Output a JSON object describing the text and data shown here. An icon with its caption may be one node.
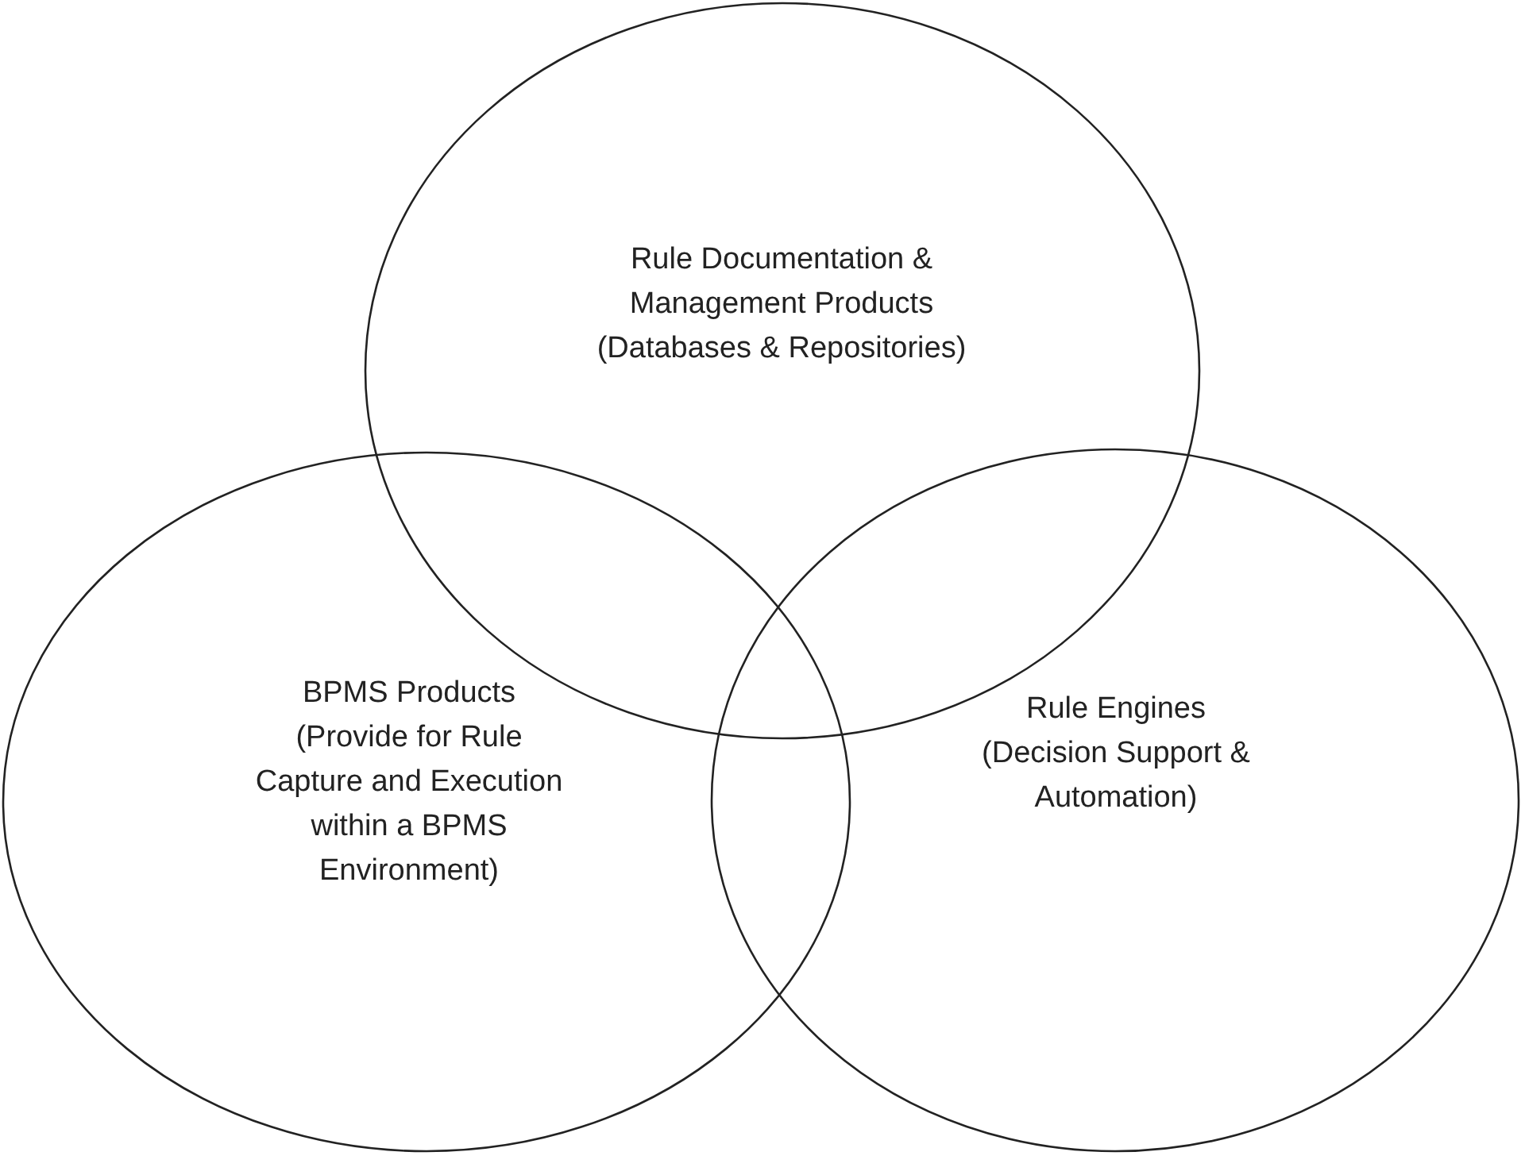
{
  "diagram": {
    "nodes": [
      {
        "text": [
          "Rule Documentation & Management Products",
          "(Databases & Repositories)"
        ]
      },
      {
        "text": [
          "BPMS Products",
          "(Provide for Rule Capture and Execution within a BPMS Environment)"
        ]
      },
      {
        "text": [
          "Rule Engines",
          "(Decision Support & Automation)"
        ]
      }
    ]
  }
}
